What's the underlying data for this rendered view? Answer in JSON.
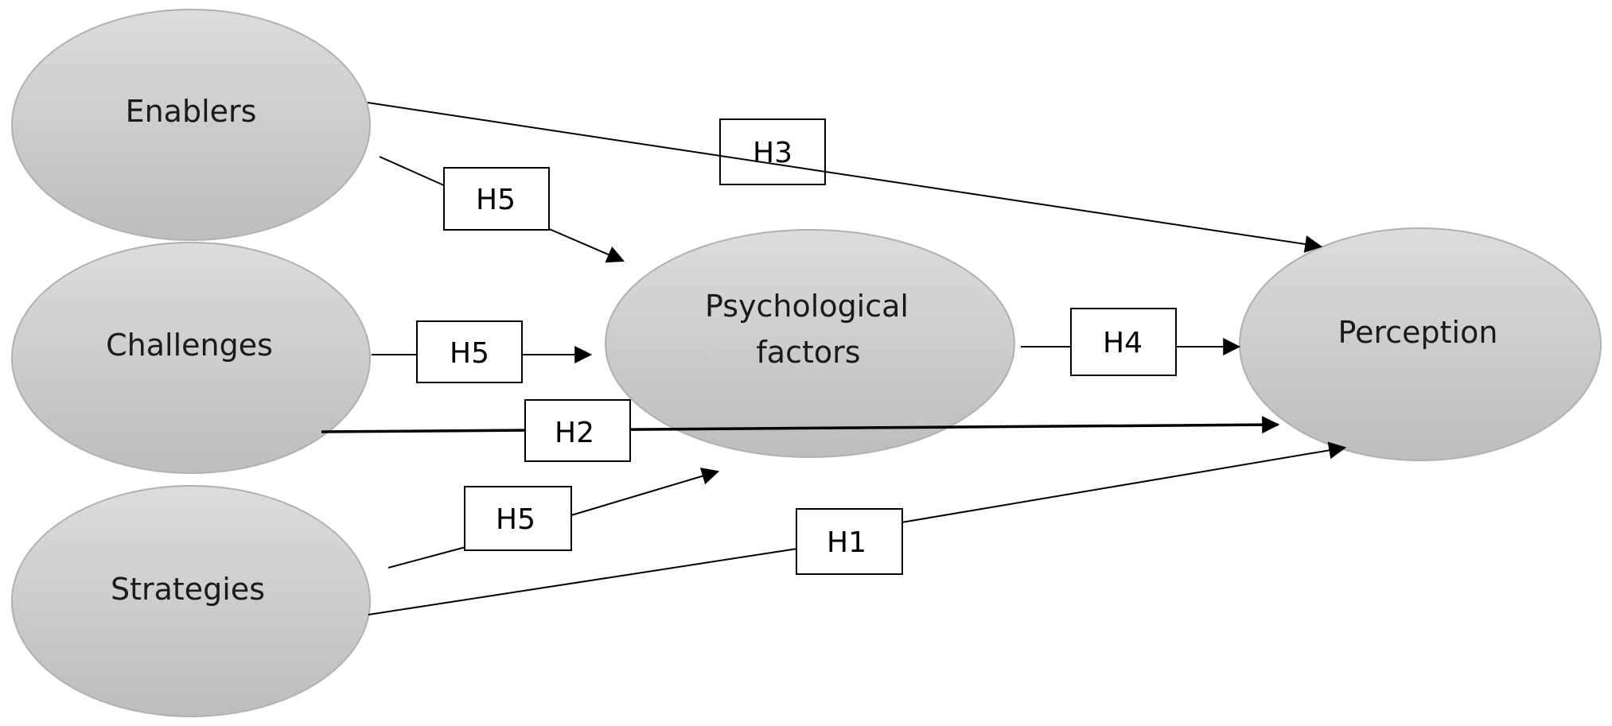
{
  "colors": {
    "node_fill_top": "#dcdcdc",
    "node_fill_bottom": "#bdbdbd",
    "line": "#000000",
    "background": "#ffffff"
  },
  "nodes": {
    "enablers": "Enablers",
    "challenges": "Challenges",
    "strategies": "Strategies",
    "psychological_line1": "Psychological",
    "psychological_line2": "factors",
    "perception": "Perception"
  },
  "hypotheses": {
    "h5_enablers": "H5",
    "h5_challenges": "H5",
    "h5_strategies": "H5",
    "h4": "H4",
    "h3": "H3",
    "h2": "H2",
    "h1": "H1"
  }
}
